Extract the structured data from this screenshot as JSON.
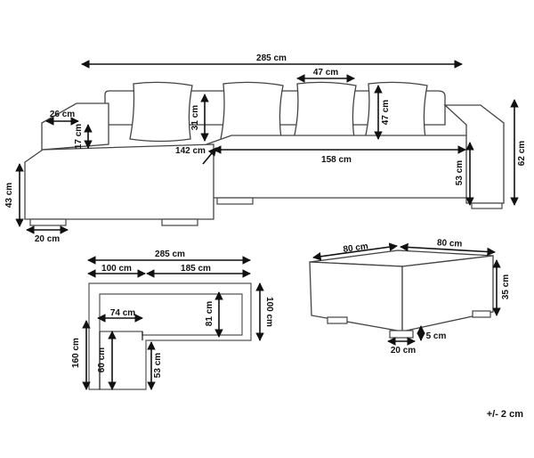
{
  "sofa_front": {
    "overall_width": "285 cm",
    "cushion_width": "47 cm",
    "cushion_height": "47 cm",
    "back_height_small": "31 cm",
    "armrest_width": "26 cm",
    "armrest_height": "17 cm",
    "chaise_depth": "142 cm",
    "seat_width": "158 cm",
    "total_height": "62 cm",
    "seat_height": "53 cm",
    "chaise_height": "43 cm",
    "leg_height": "20 cm"
  },
  "sofa_top": {
    "overall_width": "285 cm",
    "section_left": "100 cm",
    "section_right": "185 cm",
    "inner_width": "74 cm",
    "seat_depth": "81 cm",
    "total_depth": "100 cm",
    "chaise_length": "160 cm",
    "chaise_inner_width": "60 cm",
    "chaise_inner_depth": "53 cm"
  },
  "ottoman": {
    "width": "80 cm",
    "depth": "80 cm",
    "height": "35 cm",
    "leg_height": "5 cm",
    "leg_width": "20 cm"
  },
  "tolerance": "+/- 2 cm"
}
